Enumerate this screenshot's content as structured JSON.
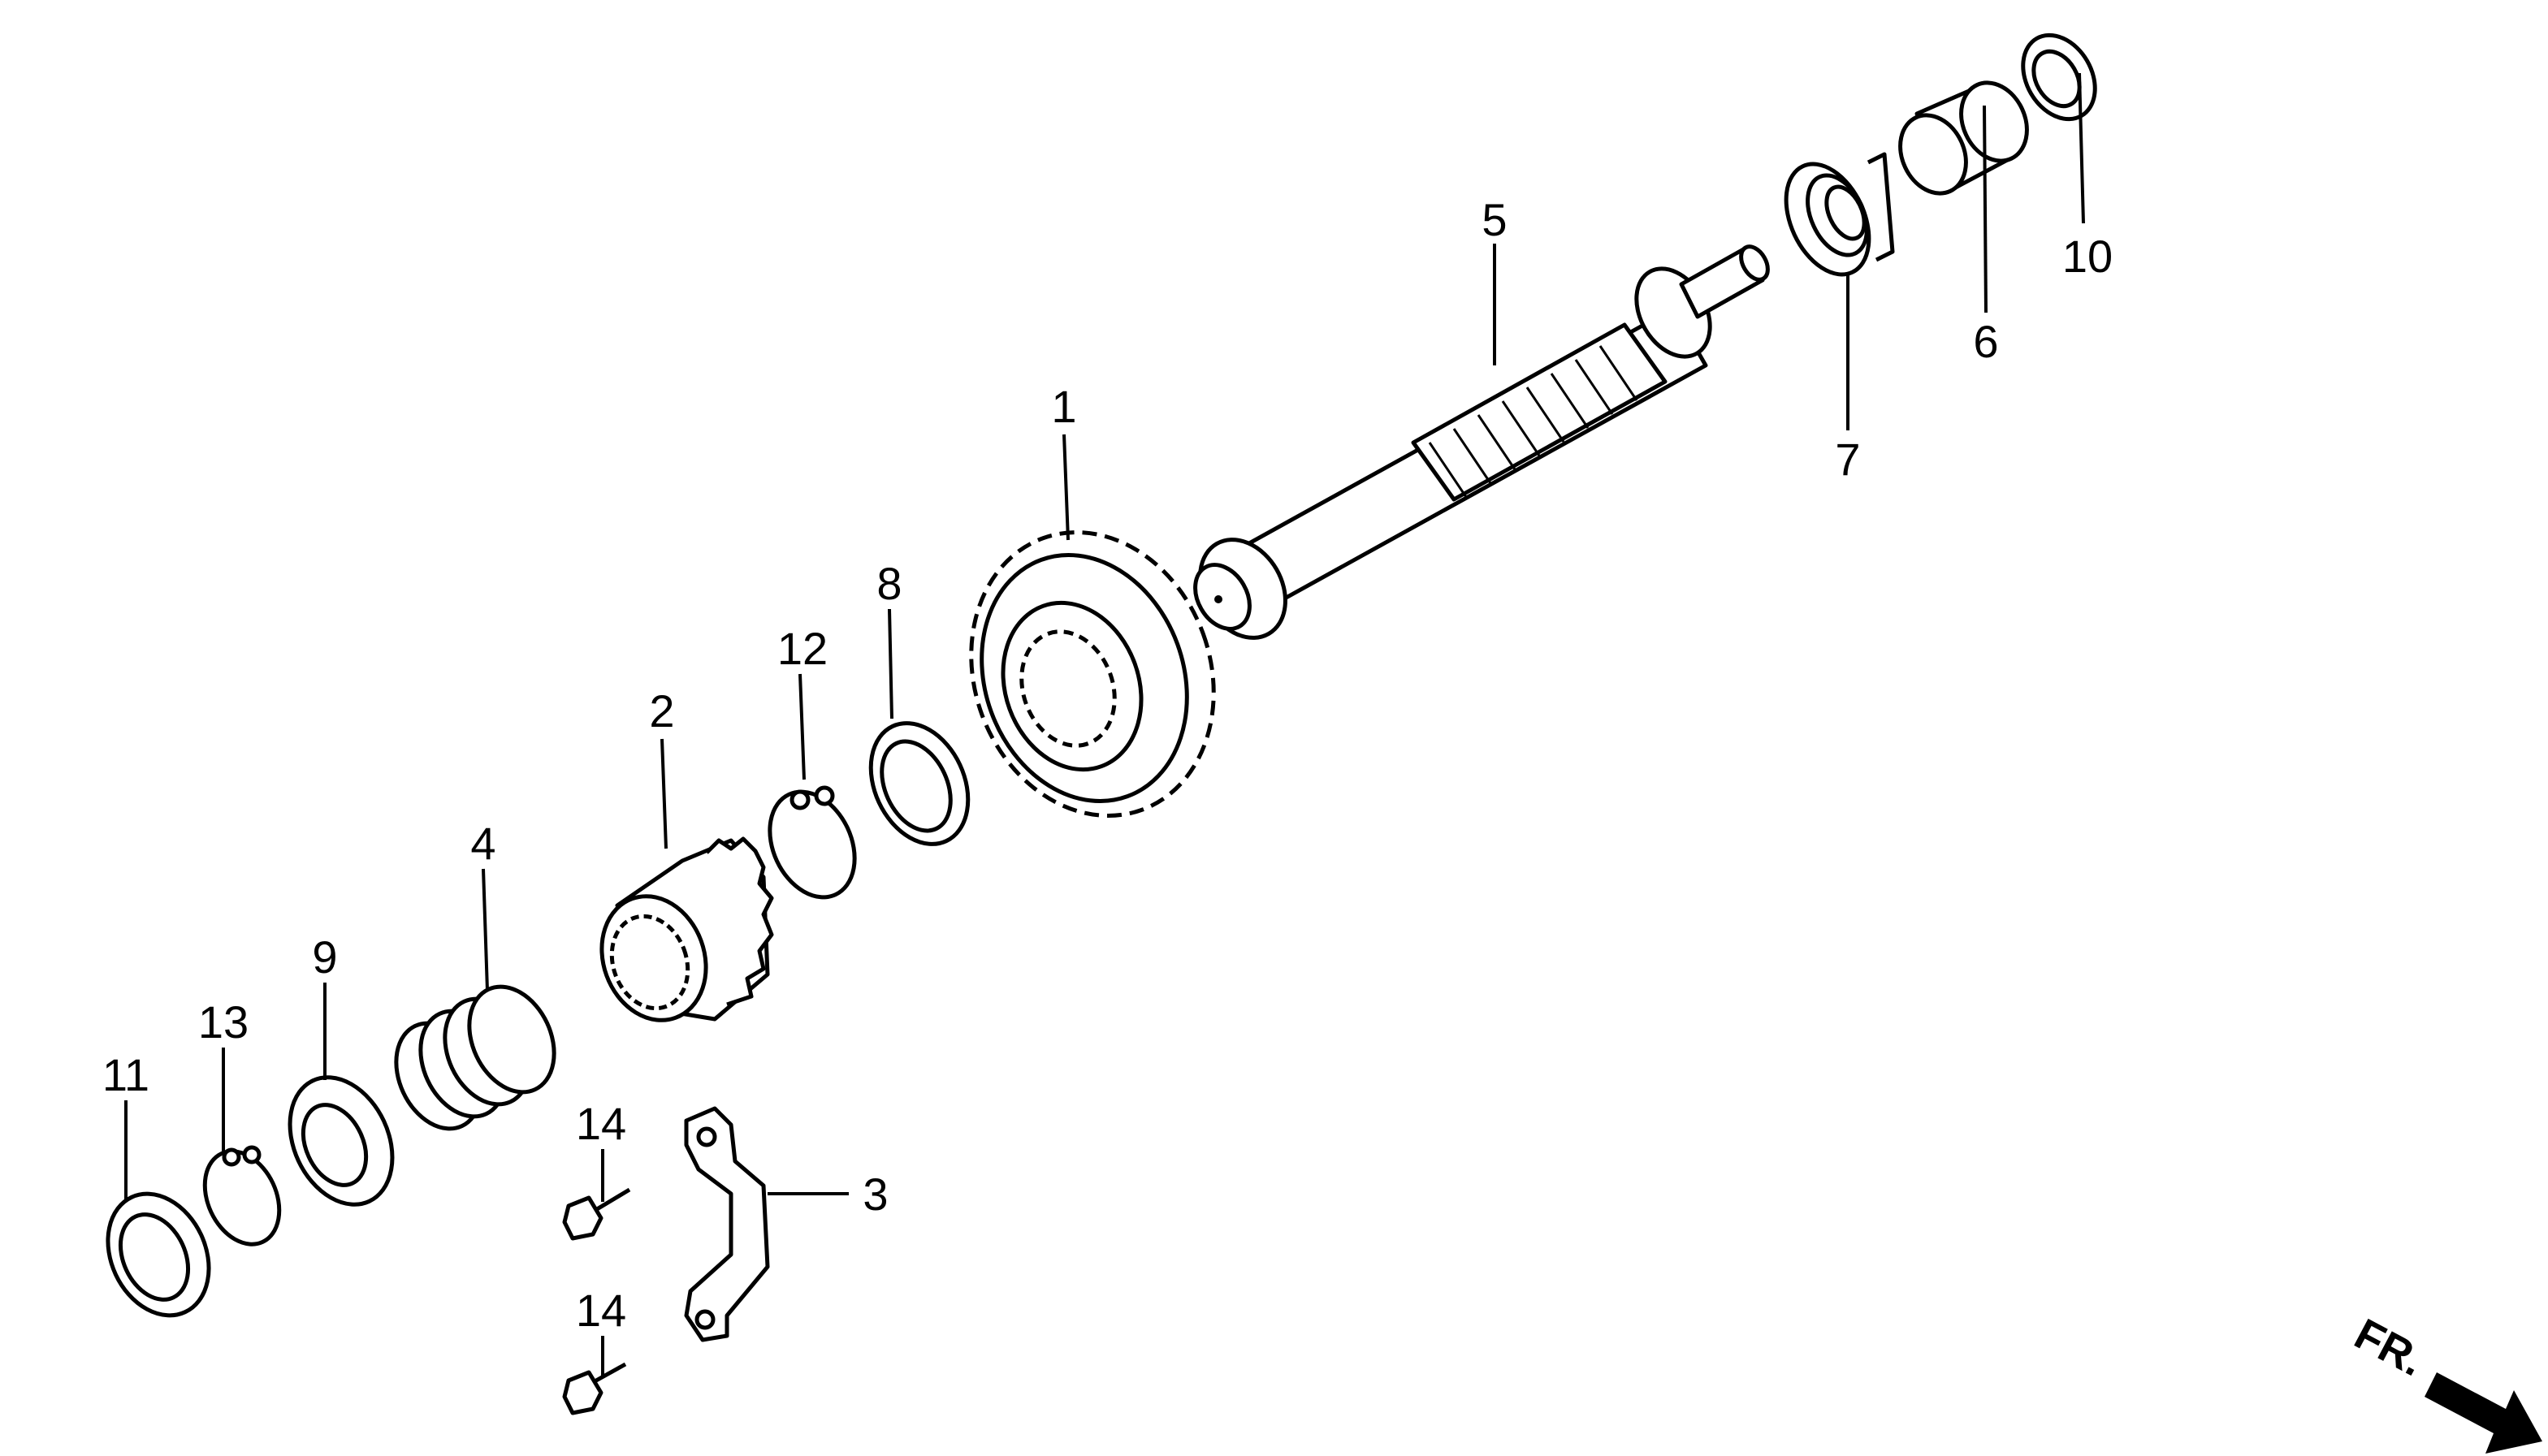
{
  "callouts": [
    {
      "id": "1",
      "text": "1"
    },
    {
      "id": "2",
      "text": "2"
    },
    {
      "id": "3",
      "text": "3"
    },
    {
      "id": "4",
      "text": "4"
    },
    {
      "id": "5",
      "text": "5"
    },
    {
      "id": "6",
      "text": "6"
    },
    {
      "id": "7",
      "text": "7"
    },
    {
      "id": "8",
      "text": "8"
    },
    {
      "id": "9",
      "text": "9"
    },
    {
      "id": "10",
      "text": "10"
    },
    {
      "id": "11",
      "text": "11"
    },
    {
      "id": "12",
      "text": "12"
    },
    {
      "id": "13",
      "text": "13"
    },
    {
      "id": "14a",
      "text": "14"
    },
    {
      "id": "14b",
      "text": "14"
    }
  ],
  "direction_label": "FR."
}
